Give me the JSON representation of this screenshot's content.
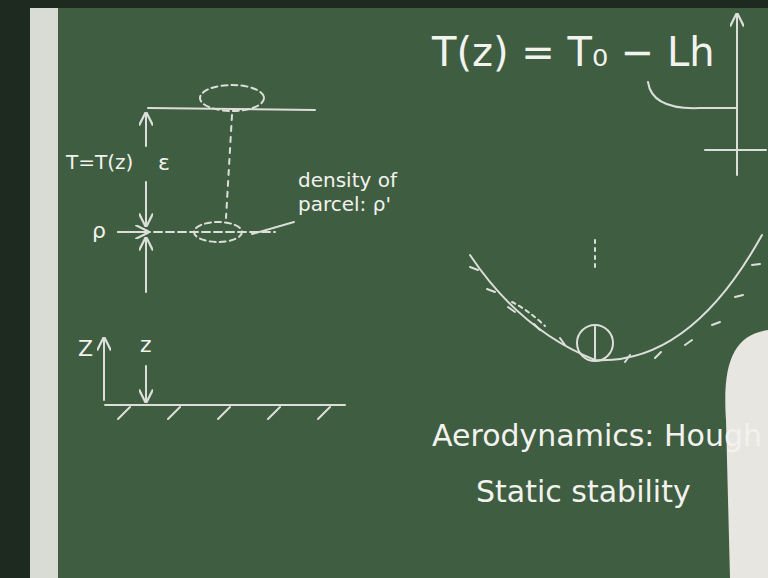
{
  "diagram": {
    "labels": [
      "T(z) = T₀ − Lh",
      "T=T(z)",
      "ε",
      "density of parcel: ρ'",
      "ρ",
      "Z",
      "z",
      "Aerodynamics: Hough",
      "Static stability"
    ]
  }
}
